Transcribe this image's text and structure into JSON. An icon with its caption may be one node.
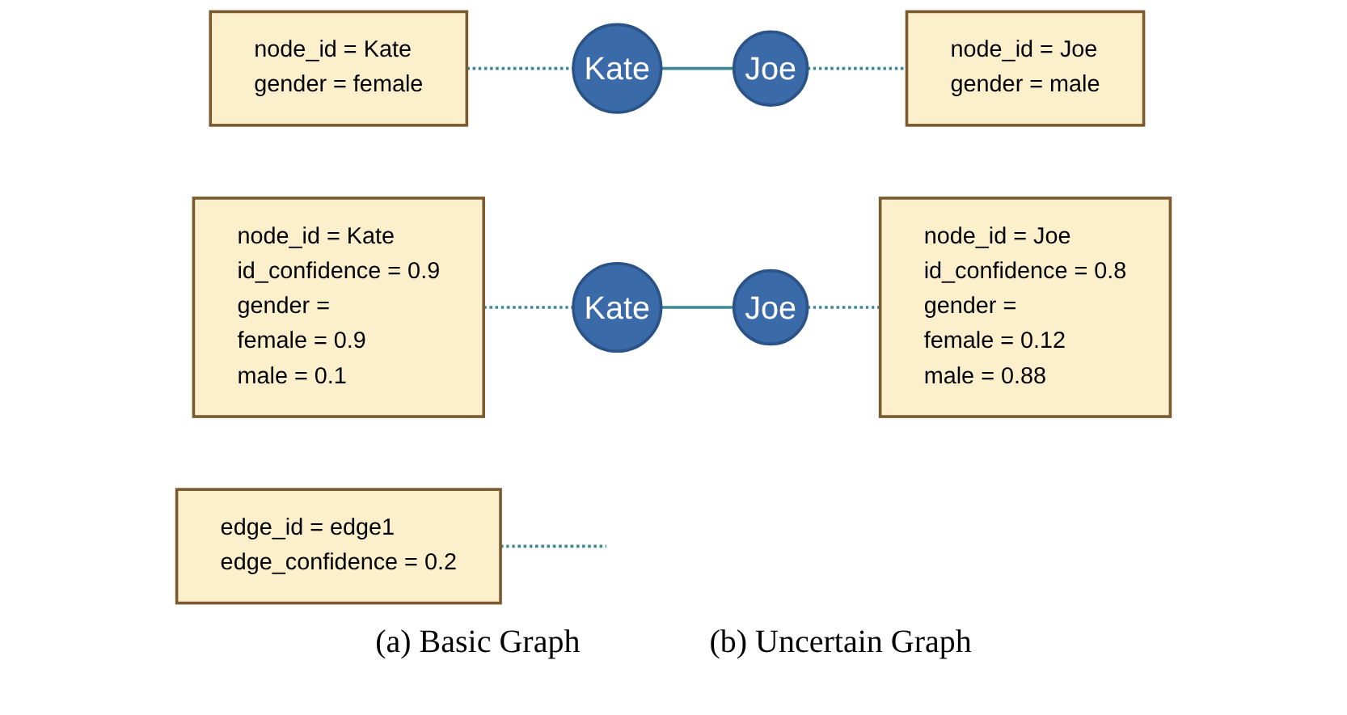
{
  "diagram": {
    "nodes": [
      {
        "text": [
          "node_id = Kate",
          "gender = female"
        ]
      },
      {
        "text": [
          "Kate"
        ]
      },
      {
        "text": [
          "Joe"
        ]
      },
      {
        "text": [
          "node_id = Joe",
          "gender = male"
        ]
      },
      {
        "text": [
          "edge_id = edge1",
          "edge_confidence = 0.2"
        ]
      },
      {
        "text": [
          "node_id = Kate",
          "id_confidence = 0.9",
          "gender =",
          "female = 0.9",
          "male = 0.1"
        ]
      },
      {
        "text": [
          "Kate"
        ]
      },
      {
        "text": [
          "Joe"
        ]
      },
      {
        "text": [
          "node_id = Joe",
          "id_confidence = 0.8",
          "gender =",
          "female = 0.12",
          "male = 0.88"
        ]
      }
    ],
    "edges": [
      {
        "from": 0,
        "to": 1,
        "arrow": "none",
        "style": "dashed"
      },
      {
        "from": 1,
        "to": 2,
        "arrow": "none"
      },
      {
        "from": 2,
        "to": 3,
        "arrow": "none",
        "style": "dashed"
      },
      {
        "from": 5,
        "to": 6,
        "arrow": "none",
        "style": "dashed"
      },
      {
        "from": 6,
        "to": 7,
        "arrow": "none"
      },
      {
        "from": 7,
        "to": 8,
        "arrow": "none",
        "style": "dashed"
      },
      {
        "from": 4,
        "to": null,
        "arrow": "none",
        "style": "dashed"
      }
    ],
    "labels": [
      "(a) Basic Graph",
      "(b) Uncertain Graph"
    ]
  }
}
